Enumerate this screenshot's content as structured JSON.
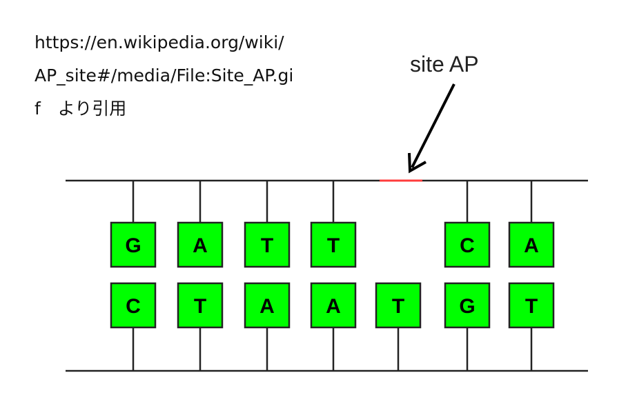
{
  "citation": {
    "lines": [
      "https://en.wikipedia.org/wiki/",
      "AP_site#/media/File:Site_AP.gi",
      "f　より引用"
    ]
  },
  "diagram": {
    "label": "site AP",
    "top_strand": [
      "G",
      "A",
      "T",
      "T",
      null,
      "C",
      "A"
    ],
    "bottom_strand": [
      "C",
      "T",
      "A",
      "A",
      "T",
      "G",
      "T"
    ],
    "ap_site_index": 4,
    "colors": {
      "base_fill": "#00ff00",
      "ap_site": "#ff3b3b",
      "line": "#222222"
    }
  }
}
